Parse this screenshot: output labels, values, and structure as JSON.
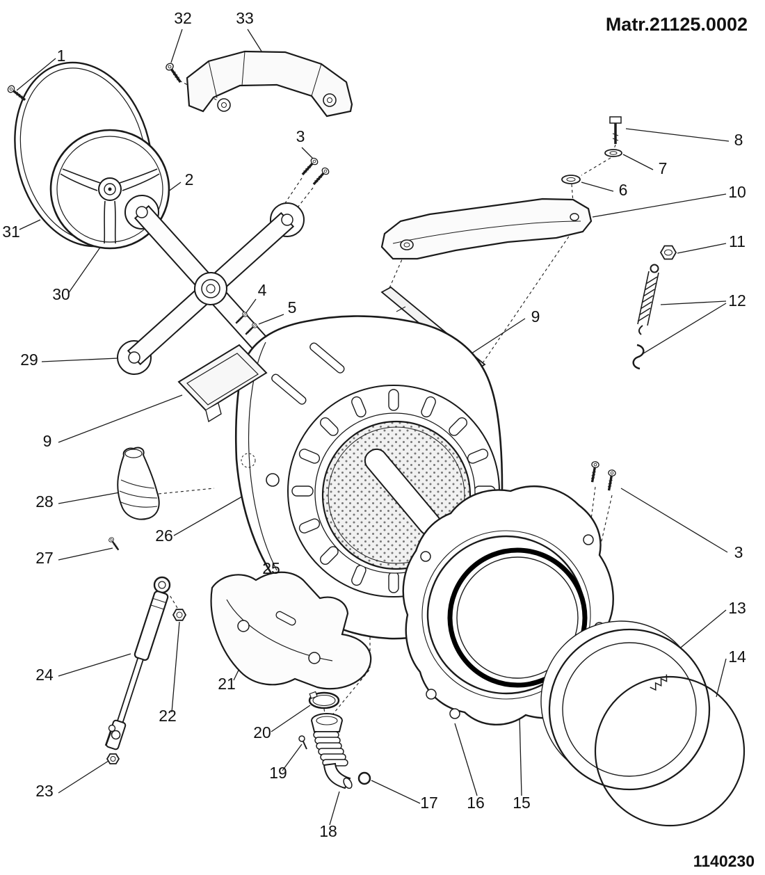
{
  "document": {
    "title": "Matr.21125.0002",
    "code": "1140230"
  },
  "colors": {
    "line": "#1a1a1a",
    "background": "#ffffff"
  },
  "labels": [
    {
      "text": "1"
    },
    {
      "text": "2"
    },
    {
      "text": "3"
    },
    {
      "text": "3"
    },
    {
      "text": "4"
    },
    {
      "text": "5"
    },
    {
      "text": "6"
    },
    {
      "text": "7"
    },
    {
      "text": "8"
    },
    {
      "text": "9"
    },
    {
      "text": "9"
    },
    {
      "text": "10"
    },
    {
      "text": "11"
    },
    {
      "text": "12"
    },
    {
      "text": "13"
    },
    {
      "text": "14"
    },
    {
      "text": "15"
    },
    {
      "text": "16"
    },
    {
      "text": "17"
    },
    {
      "text": "18"
    },
    {
      "text": "19"
    },
    {
      "text": "20"
    },
    {
      "text": "21"
    },
    {
      "text": "22"
    },
    {
      "text": "23"
    },
    {
      "text": "24"
    },
    {
      "text": "25"
    },
    {
      "text": "26"
    },
    {
      "text": "27"
    },
    {
      "text": "28"
    },
    {
      "text": "29"
    },
    {
      "text": "30"
    },
    {
      "text": "31"
    },
    {
      "text": "32"
    },
    {
      "text": "33"
    }
  ]
}
